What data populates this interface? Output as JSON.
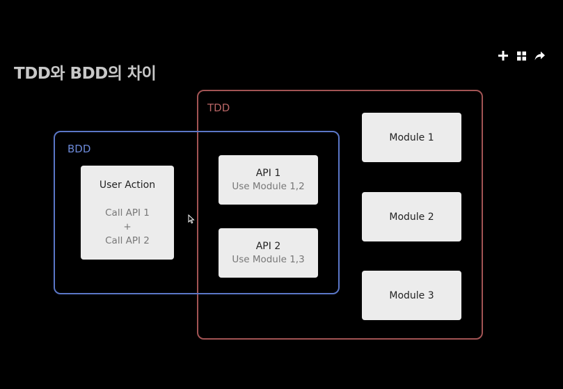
{
  "slide": {
    "title": "TDD와 BDD의 차이"
  },
  "toolbar": {
    "icons": [
      "plus-icon",
      "grid-icon",
      "share-arrow-icon"
    ]
  },
  "tdd": {
    "label": "TDD"
  },
  "bdd": {
    "label": "BDD"
  },
  "user_action": {
    "title": "User Action",
    "line1": "Call API 1",
    "line2": "+",
    "line3": "Call API 2"
  },
  "api1": {
    "title": "API 1",
    "subtitle": "Use Module 1,2"
  },
  "api2": {
    "title": "API 2",
    "subtitle": "Use Module 1,3"
  },
  "modules": {
    "m1": "Module 1",
    "m2": "Module 2",
    "m3": "Module 3"
  },
  "colors": {
    "tdd_border": "#a25454",
    "bdd_border": "#5b77c7",
    "card_bg": "#ececec",
    "background": "#000000"
  }
}
